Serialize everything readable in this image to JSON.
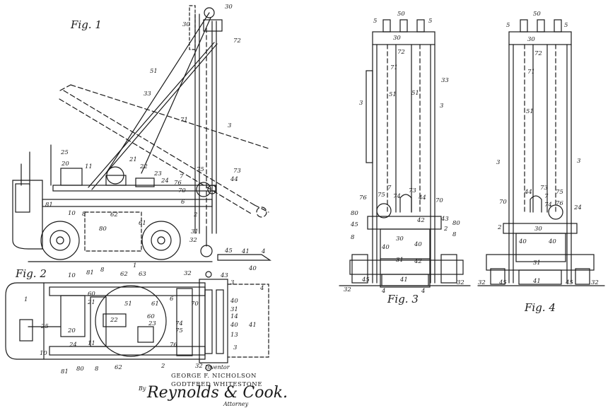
{
  "figures": {
    "fig1": "Fig. 1",
    "fig2": "Fig. 2",
    "fig3": "Fig. 3",
    "fig4": "Fig. 4"
  },
  "fig1_labels": [
    "30",
    "30",
    "72",
    "51",
    "33",
    "71",
    "3",
    "25",
    "20",
    "11",
    "21",
    "22",
    "23",
    "24",
    "76",
    "7",
    "75",
    "73",
    "44",
    "70",
    "81",
    "10",
    "8",
    "62",
    "6",
    "61",
    "80",
    "2",
    "31",
    "32",
    "45",
    "41",
    "4",
    "40",
    "1"
  ],
  "fig2_labels": [
    "10",
    "81",
    "8",
    "62",
    "63",
    "32",
    "43",
    "3",
    "4",
    "1",
    "60",
    "21",
    "51",
    "61",
    "6",
    "70",
    "40",
    "31",
    "22",
    "60",
    "14",
    "75",
    "23",
    "74",
    "40",
    "25",
    "20",
    "24",
    "11",
    "76",
    "13",
    "3",
    "41",
    "10",
    "81",
    "80",
    "8",
    "62",
    "2",
    "32"
  ],
  "fig3_labels": [
    "50",
    "5",
    "5",
    "30",
    "72",
    "71",
    "51",
    "51",
    "33",
    "3",
    "3",
    "7",
    "74",
    "73",
    "44",
    "70",
    "76",
    "75",
    "80",
    "45",
    "8",
    "43",
    "42",
    "30",
    "80",
    "2",
    "8",
    "40",
    "40",
    "31",
    "42",
    "32",
    "45",
    "4",
    "41",
    "4",
    "32"
  ],
  "fig4_labels": [
    "50",
    "5",
    "5",
    "30",
    "72",
    "71",
    "51",
    "3",
    "3",
    "44",
    "73",
    "7",
    "75",
    "70",
    "74",
    "76",
    "24",
    "2",
    "30",
    "40",
    "40",
    "31",
    "32",
    "45",
    "41",
    "45",
    "32"
  ],
  "inventor_heading": "Inventor",
  "inventors": [
    "GEORGE F. NICHOLSON",
    "GODTFRED WHITESTONE"
  ],
  "by": "By",
  "signature": "Reynolds & Cook.",
  "attorney": "Attorney"
}
